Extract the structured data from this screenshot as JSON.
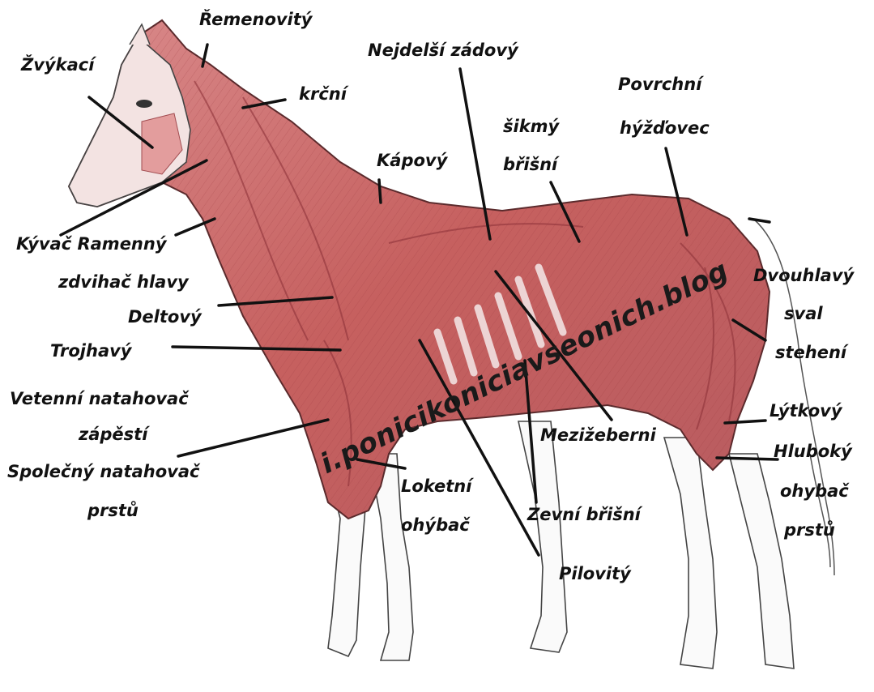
{
  "labels": {
    "zvykaci": "Žvýkací",
    "remenovity": "Řemenovitý",
    "nejdelsi_zadovy": "Nejdelší zádový",
    "povrchni": "Povrchní",
    "hyzdovec": "hýžďovec",
    "krcni": "krční",
    "sikmy": "šikmý",
    "brisni": "břišní",
    "kapovy": "Kápový",
    "kyvac_ramenny": "Kývač Ramenný",
    "zdvihac_hlavy": "zdvihač hlavy",
    "deltovy": "Deltový",
    "trojhavy": "Trojhavý",
    "vetenni_natahovac": "Vetenní natahovač",
    "zapesti": "zápěstí",
    "spolecny_natahovac": "Společný natahovač",
    "prstu_left": "prstů",
    "loketni": "Loketní",
    "ohybac_left": "ohýbač",
    "mezizeberni": "Mezižeberni",
    "zevni_brisni": "Zevní břišní",
    "pilovity": "Pilovitý",
    "dvouhlavy": "Dvouhlavý",
    "sval": "sval",
    "stehenni": "stehení",
    "lytkovy": "Lýtkový",
    "hluboky": "Hluboký",
    "ohybac_right": "ohybač",
    "prstu_right": "prstů"
  },
  "watermark": "i.ponicikoniciavseonich.blog",
  "colors": {
    "muscle": "#c96a6c",
    "muscle_dark": "#a8444a",
    "muscle_light": "#e7a8a6",
    "outline": "#3a3a3a",
    "leader": "#111111"
  }
}
